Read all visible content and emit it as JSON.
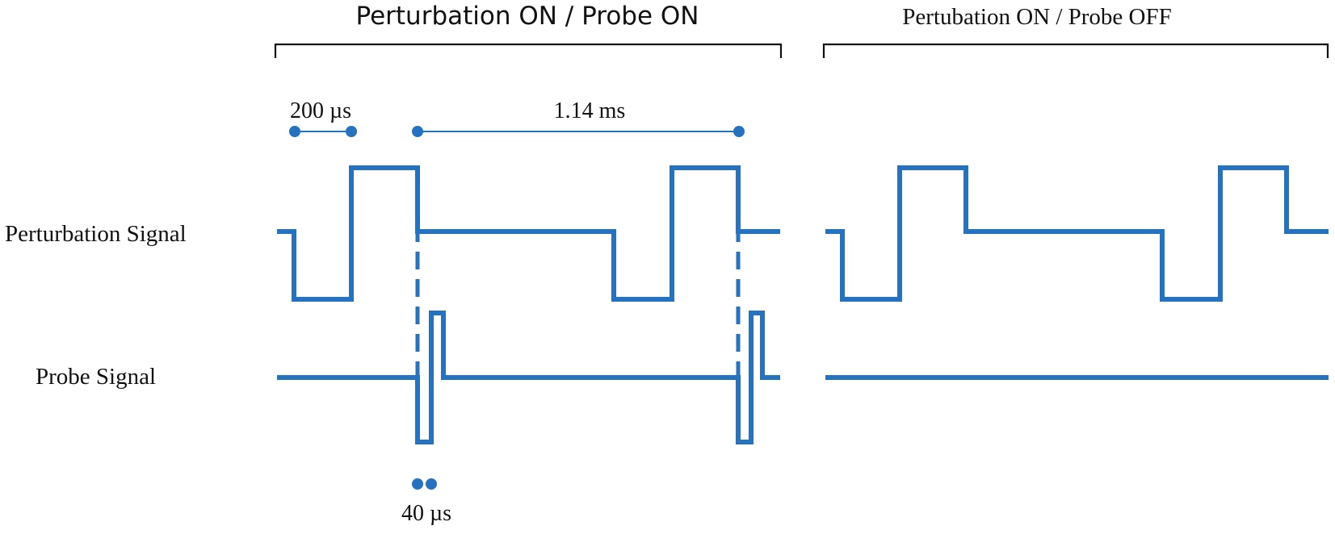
{
  "sections": {
    "left_title": "Perturbation ON / Probe ON",
    "right_title": "Pertubation ON / Probe OFF"
  },
  "row_labels": {
    "perturbation": "Perturbation Signal",
    "probe": "Probe Signal"
  },
  "annotations": {
    "pulse_width": "200 µs",
    "period": "1.14 ms",
    "probe_width": "40 µs"
  },
  "colors": {
    "signal": "#2472c0",
    "text": "#111111"
  }
}
